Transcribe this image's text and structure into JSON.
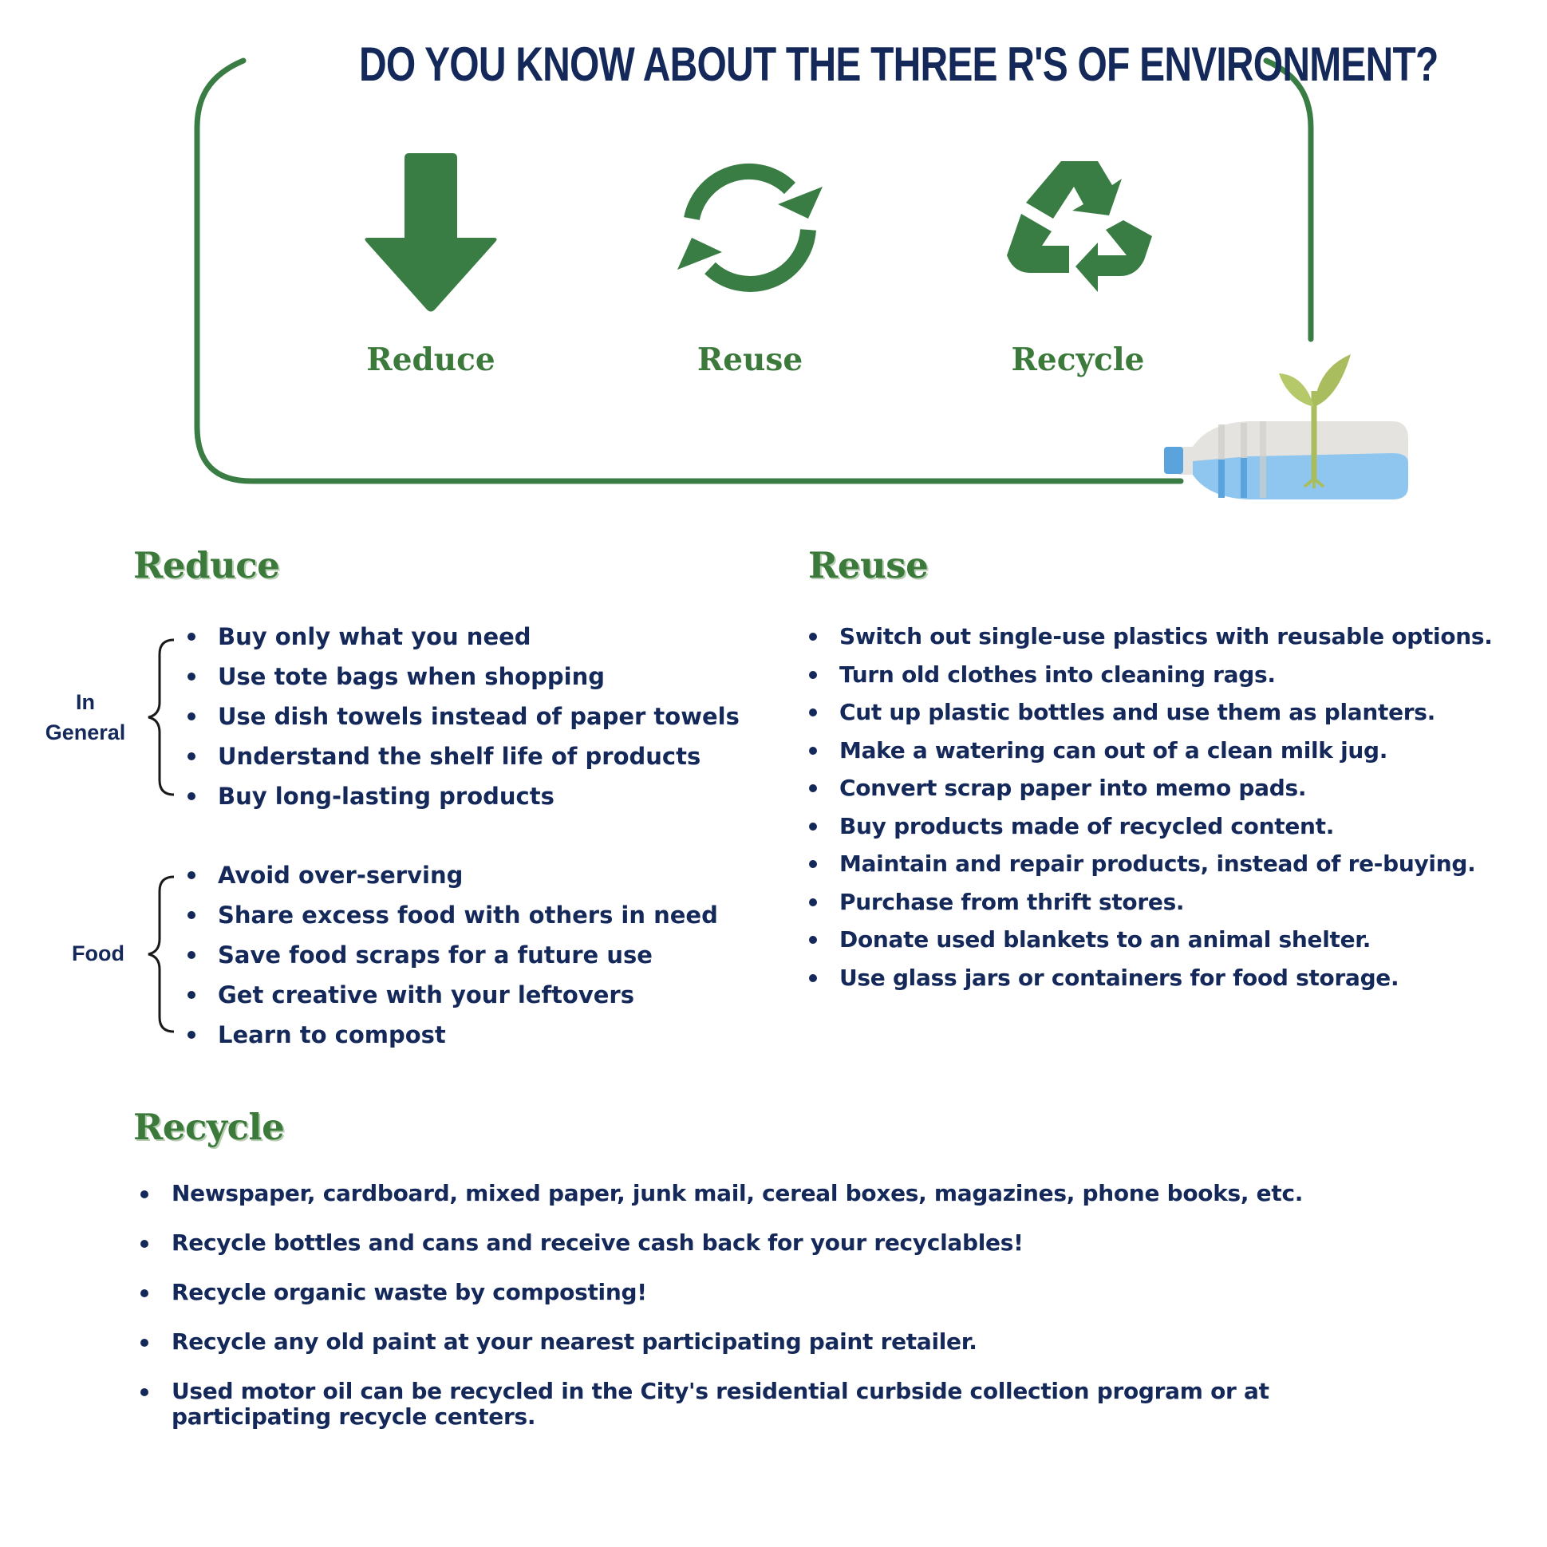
{
  "header": {
    "title": "DO YOU KNOW ABOUT THE THREE R'S OF ENVIRONMENT?",
    "icons": [
      {
        "name": "down-arrow-icon",
        "label": "Reduce"
      },
      {
        "name": "circular-arrows-icon",
        "label": "Reuse"
      },
      {
        "name": "recycle-icon",
        "label": "Recycle"
      }
    ],
    "decoration": "plastic-bottle-with-sprout-icon"
  },
  "colors": {
    "navy": "#14295a",
    "green": "#3c7a3c",
    "icon_green": "#3a7d44",
    "bottle_blue": "#8ec6ef"
  },
  "reduce": {
    "heading": "Reduce",
    "groups": [
      {
        "label_line1": "In",
        "label_line2": "General",
        "items": [
          "Buy only what you need",
          "Use tote bags when shopping",
          "Use dish towels instead of paper towels",
          "Understand the shelf life of products",
          "Buy long-lasting products"
        ]
      },
      {
        "label_line1": "Food",
        "label_line2": "",
        "items": [
          "Avoid over-serving",
          "Share excess food with others in need",
          "Save food scraps for a future use",
          "Get creative with your leftovers",
          "Learn to compost"
        ]
      }
    ]
  },
  "reuse": {
    "heading": "Reuse",
    "items": [
      "Switch out single-use plastics with reusable options.",
      "Turn old clothes into cleaning rags.",
      "Cut up plastic bottles and use them as planters.",
      "Make a watering can out of a clean milk jug.",
      "Convert scrap paper into memo pads.",
      "Buy products made of recycled content.",
      "Maintain and repair products, instead of re-buying.",
      "Purchase from thrift stores.",
      "Donate used blankets to an animal shelter.",
      "Use glass jars or containers for food storage."
    ]
  },
  "recycle": {
    "heading": "Recycle",
    "items": [
      "Newspaper, cardboard, mixed paper, junk mail, cereal boxes, magazines, phone books, etc.",
      "Recycle bottles and cans and receive cash back for your recyclables!",
      "Recycle organic waste by composting!",
      "Recycle any old paint at your nearest participating paint retailer.",
      "Used motor oil can be recycled in the City's residential curbside collection program or at participating recycle centers."
    ]
  }
}
